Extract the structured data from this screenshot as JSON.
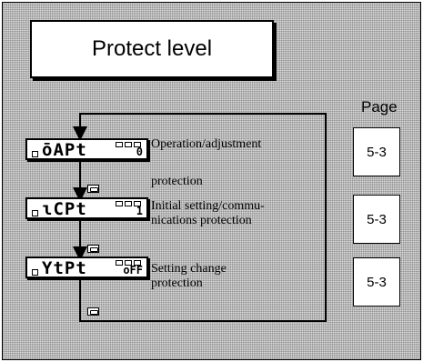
{
  "title": "Protect level",
  "page_header": "Page",
  "displays": [
    {
      "code": "ōAPt",
      "value": "0",
      "description_line1": "Operation/adjustment",
      "description_line2": "protection",
      "page": "5-3"
    },
    {
      "code": "ɩCPt",
      "value": "1",
      "description_line1": "Initial setting/commu-",
      "description_line2": "nications protection",
      "page": "5-3"
    },
    {
      "code": "YtPt",
      "value": "oFF",
      "description_line1": "Setting change",
      "description_line2": "protection",
      "page": "5-3"
    }
  ],
  "icons": [
    "mode-key-icon",
    "mode-key-icon",
    "mode-key-icon"
  ]
}
